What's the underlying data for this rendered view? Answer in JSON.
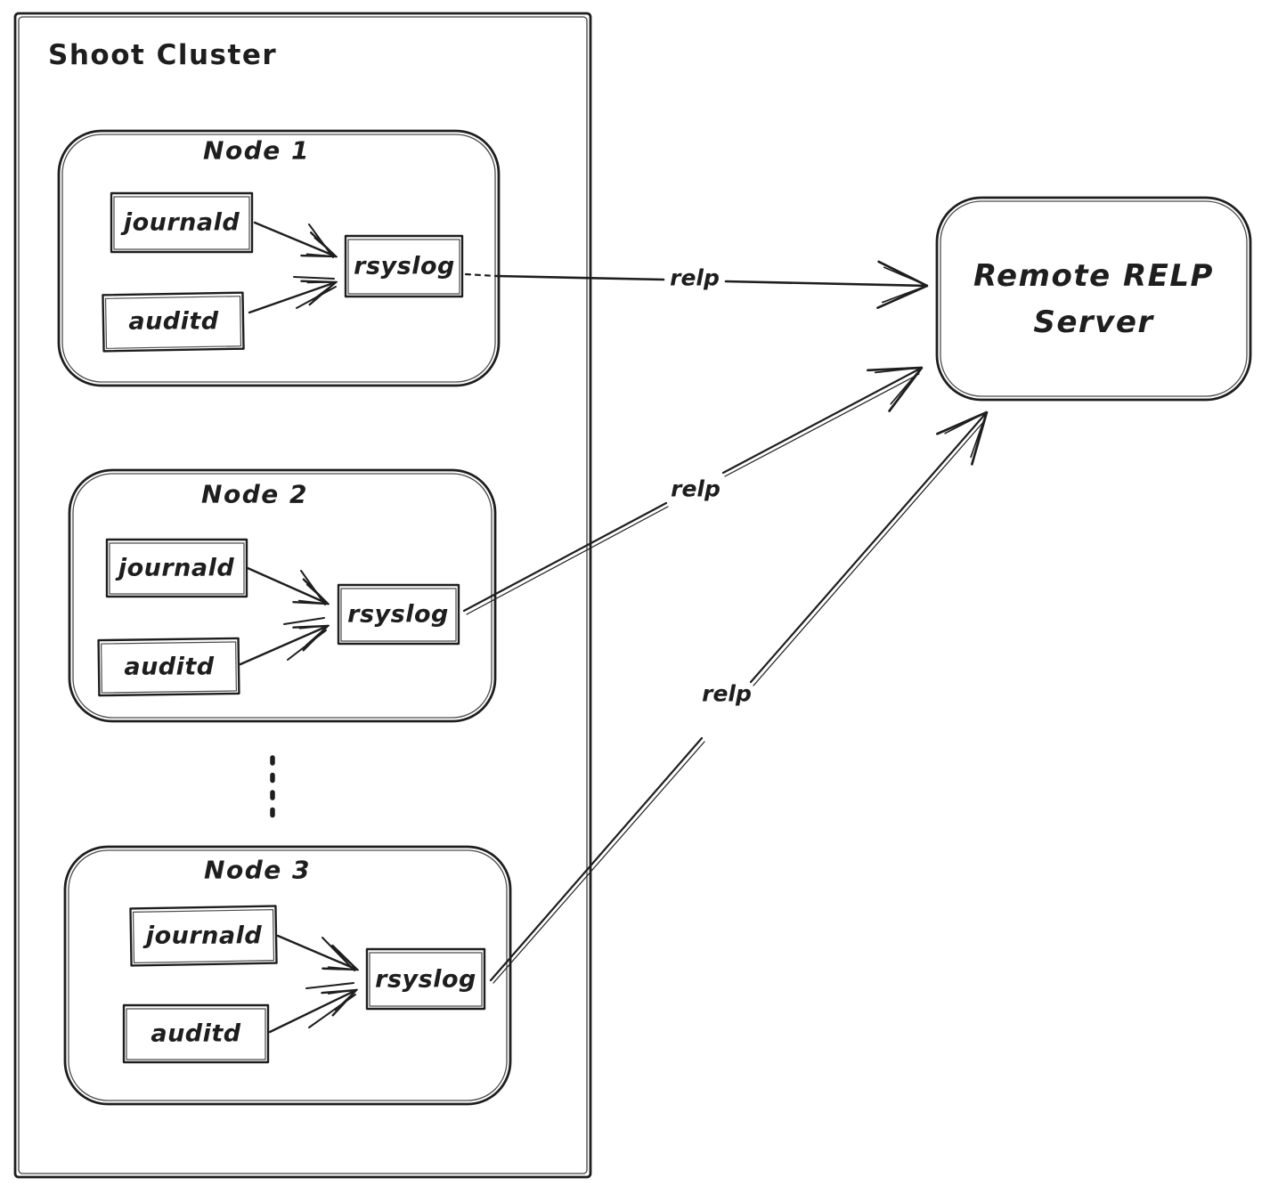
{
  "cluster": {
    "title": "Shoot Cluster"
  },
  "nodes": [
    {
      "title": "Node 1",
      "services": {
        "journald": "journald",
        "auditd": "auditd",
        "rsyslog": "rsyslog"
      }
    },
    {
      "title": "Node 2",
      "services": {
        "journald": "journald",
        "auditd": "auditd",
        "rsyslog": "rsyslog"
      }
    },
    {
      "title": "Node 3",
      "services": {
        "journald": "journald",
        "auditd": "auditd",
        "rsyslog": "rsyslog"
      }
    }
  ],
  "edges": [
    {
      "label": "relp"
    },
    {
      "label": "relp"
    },
    {
      "label": "relp"
    }
  ],
  "server": {
    "title_line1": "Remote RELP",
    "title_line2": "Server"
  },
  "colors": {
    "node_fill_hatch": "#a5d8ff",
    "service_fill_hatch": "#f0a3a3",
    "server_fill_hatch": "#ffc2c2",
    "stroke": "#1e1e1e",
    "background": "#ffffff"
  }
}
